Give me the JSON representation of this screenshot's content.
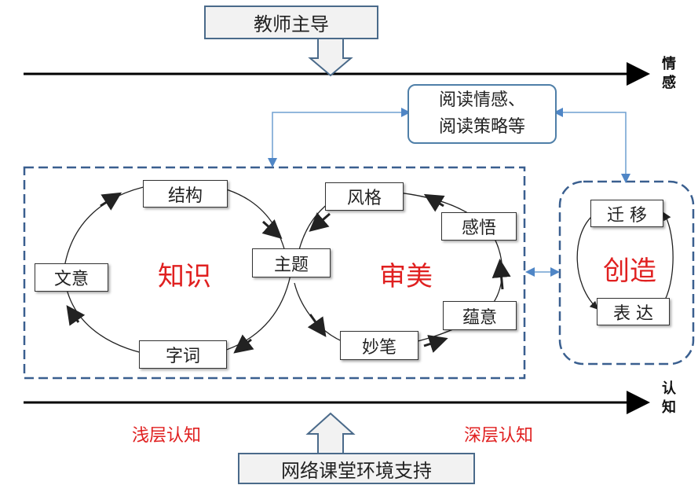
{
  "top_box": "教师主导",
  "bottom_box": "网络课堂环境支持",
  "reading_box": {
    "line1": "阅读情感、",
    "line2": "阅读策略等"
  },
  "axis_top_label": "情感",
  "axis_bottom_label": "认知",
  "shallow_label": "浅层认知",
  "deep_label": "深层认知",
  "knowledge_loop": {
    "title": "知识",
    "nodes": [
      "结构",
      "文意",
      "字词"
    ]
  },
  "center_node": "主题",
  "aesthetic_loop": {
    "title": "审美",
    "nodes": [
      "风格",
      "感悟",
      "蕴意",
      "妙笔"
    ]
  },
  "creation": {
    "title": "创造",
    "nodes": [
      "迁 移",
      "表 达"
    ]
  },
  "colors": {
    "accent_red": "#e02020",
    "dashed_blue": "#3a5f8f",
    "link_blue": "#6f9fd0"
  }
}
